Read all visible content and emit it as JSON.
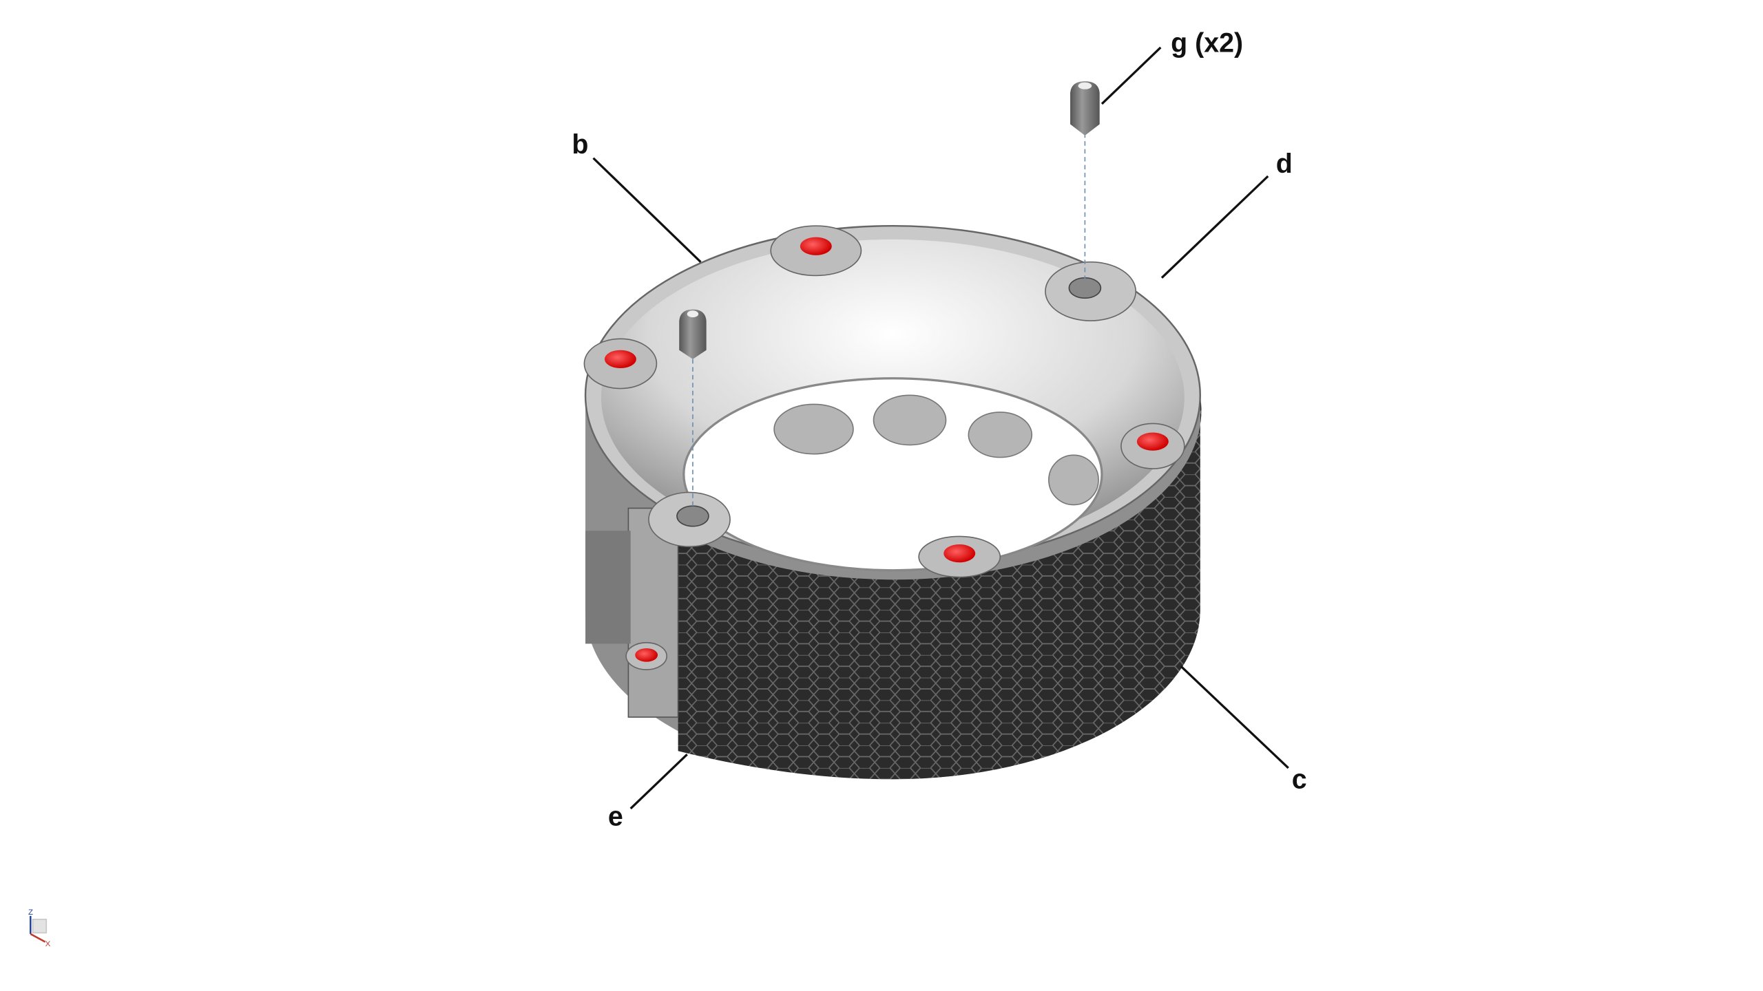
{
  "diagram": {
    "callouts": [
      {
        "id": "b",
        "label": "b"
      },
      {
        "id": "c",
        "label": "c"
      },
      {
        "id": "d",
        "label": "d"
      },
      {
        "id": "e",
        "label": "e"
      },
      {
        "id": "g",
        "label": "g (x2)"
      }
    ],
    "axis_triad": {
      "z_label": "Z",
      "x_label": "X",
      "z_color": "#1f3f9f",
      "x_color": "#c0392b"
    },
    "colors": {
      "highlight": "#e01010",
      "texture": "#2a2a2a",
      "body": "#9a9a9a"
    }
  }
}
